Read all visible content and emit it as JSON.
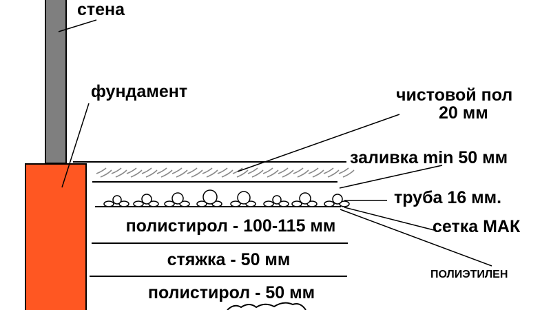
{
  "labels": {
    "wall": "стена",
    "foundation": "фундамент",
    "finish_floor_line1": "чистовой пол",
    "finish_floor_line2": "20 мм",
    "pour": "заливка min 50 мм",
    "pipe": "труба 16 мм.",
    "mesh": "сетка МАК",
    "polyethylene": "ПОЛИЭТИЛЕН"
  },
  "layers": [
    "полистирол - 100-115 мм",
    "стяжка - 50 мм",
    "полистирол - 50 мм"
  ],
  "colors": {
    "wall": "#7f7f7f",
    "foundation": "#ff5722",
    "hatch": "#8a8a8a"
  }
}
